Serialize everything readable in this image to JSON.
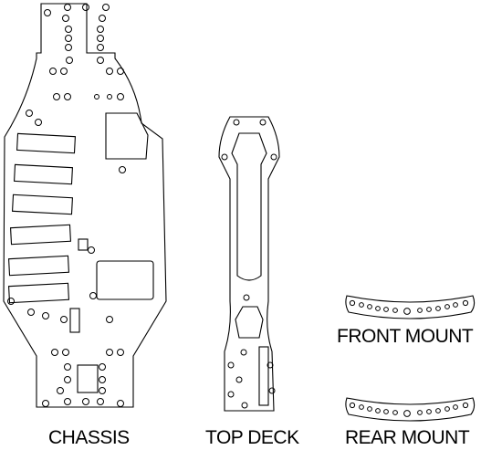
{
  "labels": {
    "chassis": "CHASSIS",
    "top_deck": "TOP DECK",
    "front_mount": "FRONT MOUNT",
    "rear_mount": "REAR MOUNT"
  },
  "colors": {
    "line": "#000000",
    "background": "#ffffff"
  }
}
